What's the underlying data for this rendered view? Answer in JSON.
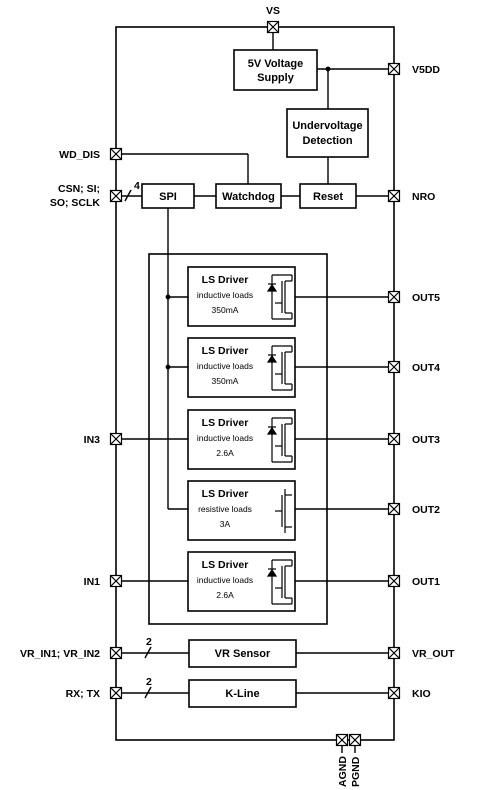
{
  "pins": {
    "vs": "VS",
    "v5dd": "V5DD",
    "wd_dis": "WD_DIS",
    "csn_si": "CSN; SI;",
    "so_sclk": "SO; SCLK",
    "nro": "NRO",
    "out5": "OUT5",
    "out4": "OUT4",
    "out3": "OUT3",
    "out2": "OUT2",
    "out1": "OUT1",
    "in3": "IN3",
    "in1": "IN1",
    "vr_in": "VR_IN1; VR_IN2",
    "vr_out": "VR_OUT",
    "rx_tx": "RX; TX",
    "kio": "KIO",
    "agnd": "AGND",
    "pgnd": "PGND"
  },
  "bus_widths": {
    "spi": "4",
    "vr": "2",
    "kline": "2"
  },
  "blocks": {
    "supply_line1": "5V Voltage",
    "supply_line2": "Supply",
    "uv_line1": "Undervoltage",
    "uv_line2": "Detection",
    "spi": "SPI",
    "watchdog": "Watchdog",
    "reset": "Reset",
    "vr_sensor": "VR Sensor",
    "kline": "K-Line"
  },
  "drivers": [
    {
      "title": "LS Driver",
      "load": "inductive loads",
      "rating": "350mA",
      "icon": "lowside-mosfet-diode-icon"
    },
    {
      "title": "LS Driver",
      "load": "inductive loads",
      "rating": "350mA",
      "icon": "lowside-mosfet-diode-icon"
    },
    {
      "title": "LS Driver",
      "load": "inductive loads",
      "rating": "2.6A",
      "icon": "lowside-mosfet-diode-icon"
    },
    {
      "title": "LS Driver",
      "load": "resistive loads",
      "rating": "3A",
      "icon": "lowside-mosfet-icon"
    },
    {
      "title": "LS Driver",
      "load": "inductive loads",
      "rating": "2.6A",
      "icon": "lowside-mosfet-diode-icon"
    }
  ]
}
